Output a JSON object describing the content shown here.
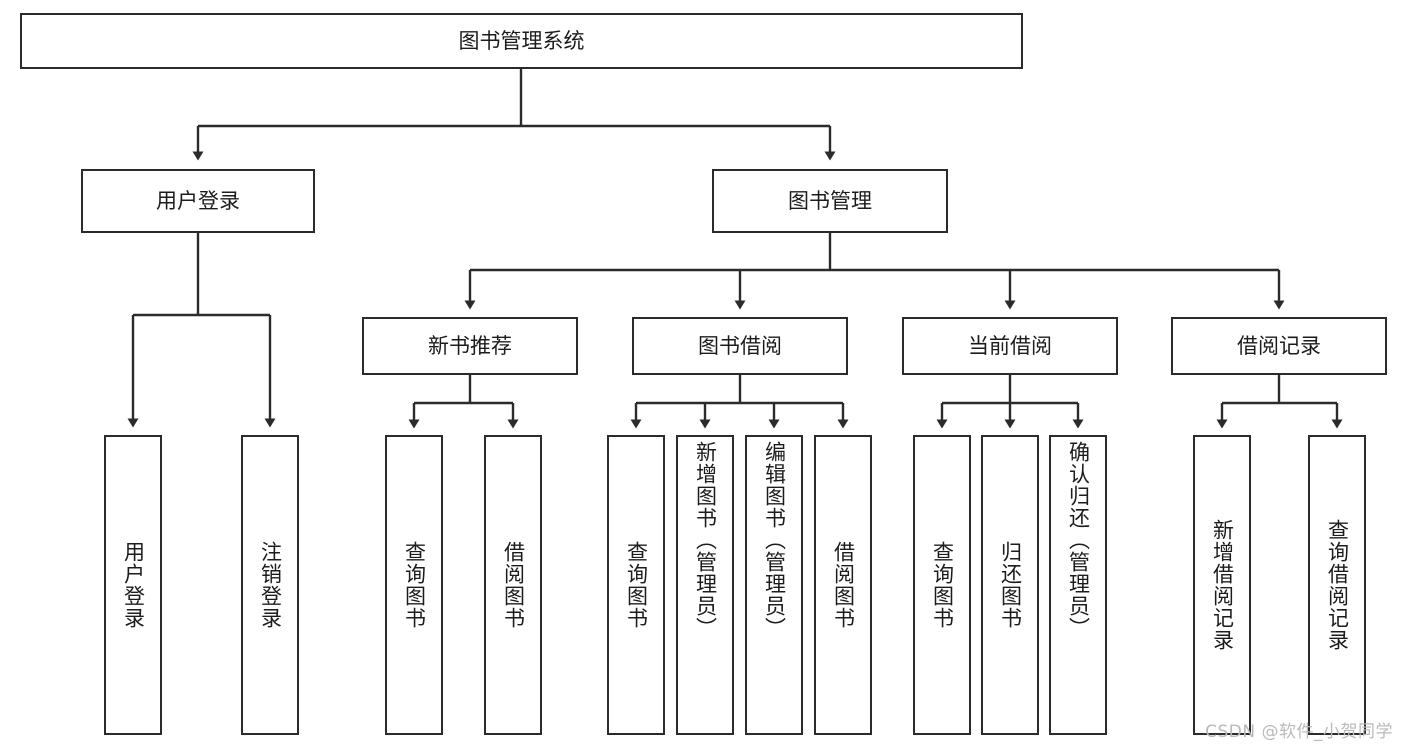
{
  "diagram": {
    "type": "tree-hierarchy",
    "title": "图书管理系统",
    "orientation": "top-down",
    "root": {
      "id": "root",
      "label": "图书管理系统"
    },
    "level1": [
      {
        "id": "user-login",
        "label": "用户登录"
      },
      {
        "id": "book-management",
        "label": "图书管理"
      }
    ],
    "level2": [
      {
        "id": "new-book-recommend",
        "label": "新书推荐",
        "parent": "book-management"
      },
      {
        "id": "book-borrow",
        "label": "图书借阅",
        "parent": "book-management"
      },
      {
        "id": "current-borrow",
        "label": "当前借阅",
        "parent": "book-management"
      },
      {
        "id": "borrow-record",
        "label": "借阅记录",
        "parent": "book-management"
      }
    ],
    "leaves": {
      "user-login": [
        {
          "id": "leaf-user-login",
          "label": "用户登录"
        },
        {
          "id": "leaf-user-logout",
          "label": "注销登录"
        }
      ],
      "new-book-recommend": [
        {
          "id": "leaf-query-book-1",
          "label": "查询图书"
        },
        {
          "id": "leaf-borrow-book-1",
          "label": "借阅图书"
        }
      ],
      "book-borrow": [
        {
          "id": "leaf-query-book-2",
          "label": "查询图书"
        },
        {
          "id": "leaf-add-book",
          "label": "新增图书（管理员）"
        },
        {
          "id": "leaf-edit-book",
          "label": "编辑图书（管理员）"
        },
        {
          "id": "leaf-borrow-book-2",
          "label": "借阅图书"
        }
      ],
      "current-borrow": [
        {
          "id": "leaf-query-book-3",
          "label": "查询图书"
        },
        {
          "id": "leaf-return-book",
          "label": "归还图书"
        },
        {
          "id": "leaf-confirm-return",
          "label": "确认归还（管理员）"
        }
      ],
      "borrow-record": [
        {
          "id": "leaf-add-record",
          "label": "新增借阅记录"
        },
        {
          "id": "leaf-query-record",
          "label": "查询借阅记录"
        }
      ]
    }
  },
  "watermark": {
    "text": "CSDN @软件_小贺同学"
  },
  "colors": {
    "background": "#ffffff",
    "box_border": "#2b2b2b",
    "box_fill": "#ffffff",
    "text": "#1c1c1c",
    "edge": "#2b2b2b",
    "watermark": "#b9b9b9"
  }
}
